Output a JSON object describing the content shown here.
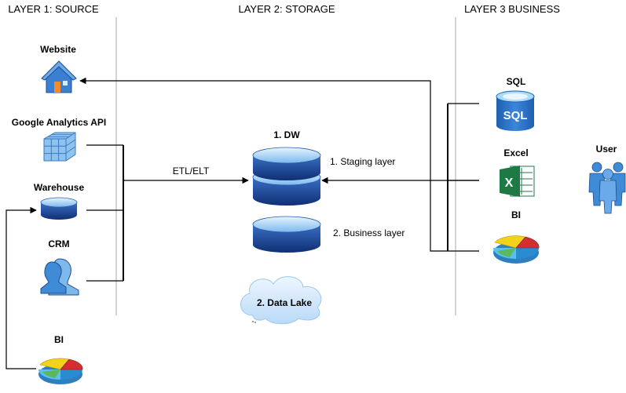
{
  "headers": {
    "source": "LAYER 1: SOURCE",
    "storage": "LAYER 2: STORAGE",
    "business": "LAYER 3 BUSINESS"
  },
  "source": {
    "website": "Website",
    "google_analytics": "Google Analytics API",
    "warehouse": "Warehouse",
    "crm": "CRM",
    "bi": "BI"
  },
  "storage": {
    "dw": "1. DW",
    "etl": "ETL/ELT",
    "staging": "1. Staging layer",
    "business_layer": "2. Business layer",
    "data_lake": "2. Data Lake"
  },
  "business": {
    "sql": "SQL",
    "sql_icon_text": "SQL",
    "excel": "Excel",
    "bi": "BI",
    "user": "User"
  },
  "colors": {
    "cylinder_top": "#9fd0f5",
    "cylinder_body": "#1f4fa3",
    "sql_blue": "#2a6fc9",
    "excel_green": "#1e7a45",
    "pie_yellow": "#f2d21b",
    "pie_red": "#d32f2f",
    "pie_blue": "#5ac0f0",
    "pie_green": "#5cb85c",
    "cloud": "#dcecfb",
    "house_blue": "#3a7fd0",
    "house_roof": "#6aa9ea",
    "door_orange": "#f28c28",
    "people_blue": "#3f8bd6"
  }
}
